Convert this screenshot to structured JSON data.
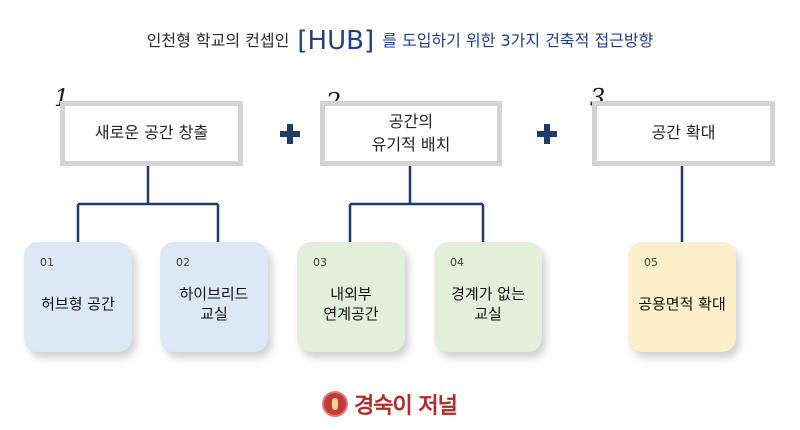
{
  "header": {
    "before": "인천형 학교의 컨셉인",
    "hub": "[HUB]",
    "after": "를 도입하기 위한 3가지 건축적 접근방향"
  },
  "groups": [
    {
      "number": "1",
      "label": "새로운 공간 창출"
    },
    {
      "number": "2",
      "label_line1": "공간의",
      "label_line2": "유기적 배치"
    },
    {
      "number": "3",
      "label": "공간 확대"
    }
  ],
  "cards": [
    {
      "num": "01",
      "line1": "허브형 공간",
      "line2": "",
      "color": "#dce8f5"
    },
    {
      "num": "02",
      "line1": "하이브리드",
      "line2": "교실",
      "color": "#dce8f5"
    },
    {
      "num": "03",
      "line1": "내외부",
      "line2": "연계공간",
      "color": "#e2efda"
    },
    {
      "num": "04",
      "line1": "경계가 없는",
      "line2": "교실",
      "color": "#e2efda"
    },
    {
      "num": "05",
      "line1": "공용면적 확대",
      "line2": "",
      "color": "#fcefc9"
    }
  ],
  "colors": {
    "connector": "#1f3a6b",
    "plus": "#1f3a6b",
    "box_border": "#d3d3d3",
    "hub_text": "#1e3f8a"
  },
  "logo": {
    "icon": "seal-icon",
    "signature": "경숙이 저널"
  }
}
